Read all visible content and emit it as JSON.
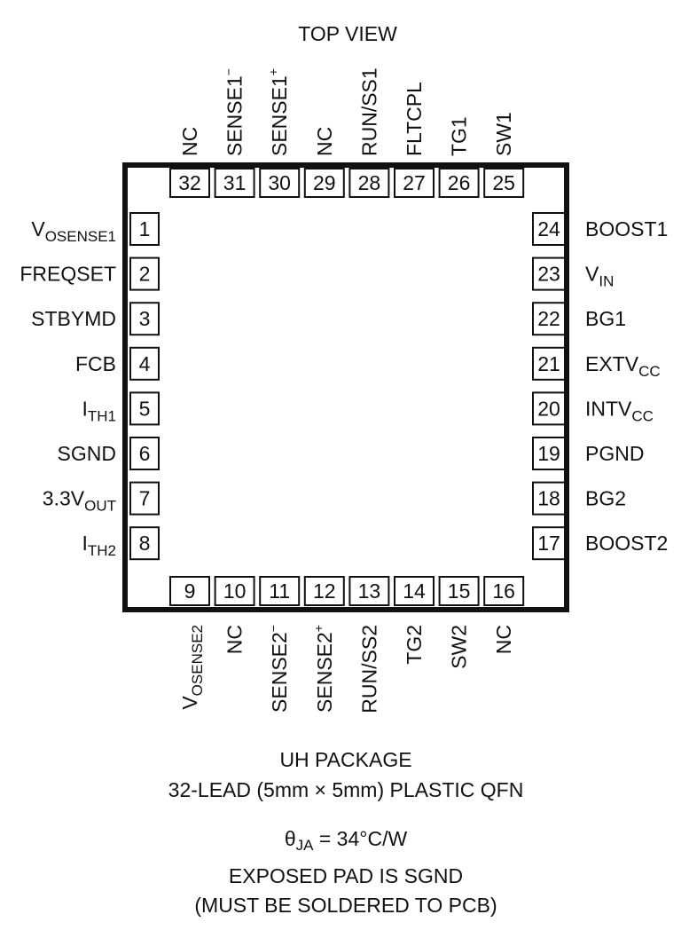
{
  "title": "TOP VIEW",
  "package": {
    "name": "UH PACKAGE",
    "description": "32-LEAD (5mm × 5mm) PLASTIC QFN",
    "thermal": {
      "symbol": "θ",
      "sub": "JA",
      "value": " = 34°C/W"
    },
    "note_line1": "EXPOSED PAD IS SGND",
    "note_line2": "(MUST BE SOLDERED TO PCB)"
  },
  "pins": {
    "left": [
      {
        "num": "1",
        "label": "V",
        "sub": "OSENSE1"
      },
      {
        "num": "2",
        "label": "FREQSET"
      },
      {
        "num": "3",
        "label": "STBYMD"
      },
      {
        "num": "4",
        "label": "FCB"
      },
      {
        "num": "5",
        "label": "I",
        "sub": "TH1"
      },
      {
        "num": "6",
        "label": "SGND"
      },
      {
        "num": "7",
        "label": "3.3V",
        "sub": "OUT"
      },
      {
        "num": "8",
        "label": "I",
        "sub": "TH2"
      }
    ],
    "bottom": [
      {
        "num": "9",
        "label": "V",
        "sub": "OSENSE2"
      },
      {
        "num": "10",
        "label": "NC"
      },
      {
        "num": "11",
        "label": "SENSE2",
        "sup": "−"
      },
      {
        "num": "12",
        "label": "SENSE2",
        "sup": "+"
      },
      {
        "num": "13",
        "label": "RUN/SS2"
      },
      {
        "num": "14",
        "label": "TG2"
      },
      {
        "num": "15",
        "label": "SW2"
      },
      {
        "num": "16",
        "label": "NC"
      }
    ],
    "right": [
      {
        "num": "17",
        "label": "BOOST2"
      },
      {
        "num": "18",
        "label": "BG2"
      },
      {
        "num": "19",
        "label": "PGND"
      },
      {
        "num": "20",
        "label": "INTV",
        "sub": "CC"
      },
      {
        "num": "21",
        "label": "EXTV",
        "sub": "CC"
      },
      {
        "num": "22",
        "label": "BG1"
      },
      {
        "num": "23",
        "label": "V",
        "sub": "IN"
      },
      {
        "num": "24",
        "label": "BOOST1"
      }
    ],
    "top": [
      {
        "num": "25",
        "label": "SW1"
      },
      {
        "num": "26",
        "label": "TG1"
      },
      {
        "num": "27",
        "label": "FLTCPL"
      },
      {
        "num": "28",
        "label": "RUN/SS1"
      },
      {
        "num": "29",
        "label": "NC"
      },
      {
        "num": "30",
        "label": "SENSE1",
        "sup": "+"
      },
      {
        "num": "31",
        "label": "SENSE1",
        "sup": "−"
      },
      {
        "num": "32",
        "label": "NC"
      }
    ]
  }
}
